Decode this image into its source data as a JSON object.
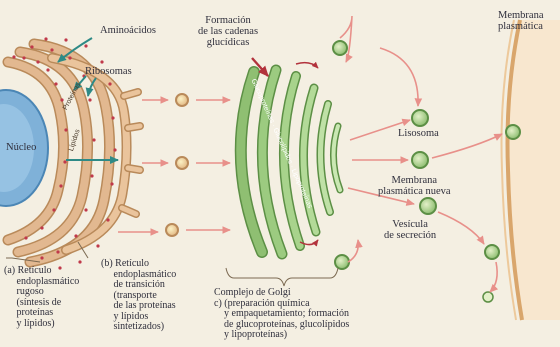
{
  "labels": {
    "aminoacidos": "Aminoácidos",
    "ribosomas": "Ribosomas",
    "nucleo": "Núcleo",
    "formacion": "Formación\nde las cadenas\nglucídicas",
    "membrana_plasmatica": "Membrana\nplasmática",
    "lisosoma": "Lisosoma",
    "membrana_nueva": "Membrana\nplasmática nueva",
    "vesicula": "Vesícula\nde secreción",
    "reticulo_rugoso": "(a) Retículo\n     endoplasmático\n     rugoso\n     (síntesis de\n     proteínas\n     y lípidos)",
    "reticulo_transicion": "(b) Retículo\n     endoplasmático\n     de transición\n     (transporte\n     de las proteínas\n     y lípidos\n     sintetizados)",
    "golgi": "Complejo de Golgi\nc) (preparación química\n    y empaquetamiento; formación\n    de glucoproteínas, glucolípidos\n    y lipoproteínas)"
  },
  "inline_texts": {
    "golgi_cisterna": "Glucoproteínas · Glucolípidos · Lipoproteínas",
    "reticulo_proteinas": "Proteínas",
    "reticulo_lipidos": "Lípidos"
  },
  "colors": {
    "background": "#f4efe2",
    "membrane": "#e2b890",
    "membrane_edge": "#b98a5a",
    "golgi": "#8fbf72",
    "golgi_edge": "#5c8f45",
    "nucleus": "#7fb1d8",
    "arrow": "#e8908a",
    "pointer": "#b2323c",
    "ribosome": "#c0394a"
  },
  "icons": [
    "teal-pointer-arrow",
    "red-pointer-arrow",
    "flow-arrow",
    "vesicle-circle",
    "brace"
  ]
}
